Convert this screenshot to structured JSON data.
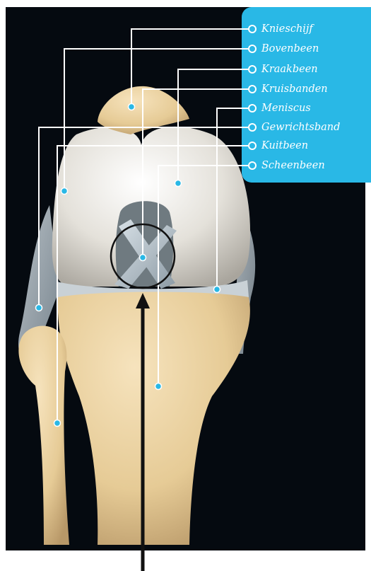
{
  "labels": {
    "knieschijf": "Knieschijf",
    "bovenbeen": "Bovenbeen",
    "kraakbeen": "Kraakbeen",
    "kruisbanden": "Kruisbanden",
    "meniscus": "Meniscus",
    "gewrichtsband": "Gewrichtsband",
    "kuitbeen": "Kuitbeen",
    "scheenbeen": "Scheenbeen"
  },
  "colors": {
    "background": "#050a10",
    "legend_panel": "#29b8e6",
    "leader_line": "#ffffff",
    "marker_dot": "#29b8e6",
    "bone": "#e8cf9e",
    "cartilage": "#e9e6df",
    "ligament": "#b9c6cf",
    "arrow": "#111111"
  }
}
